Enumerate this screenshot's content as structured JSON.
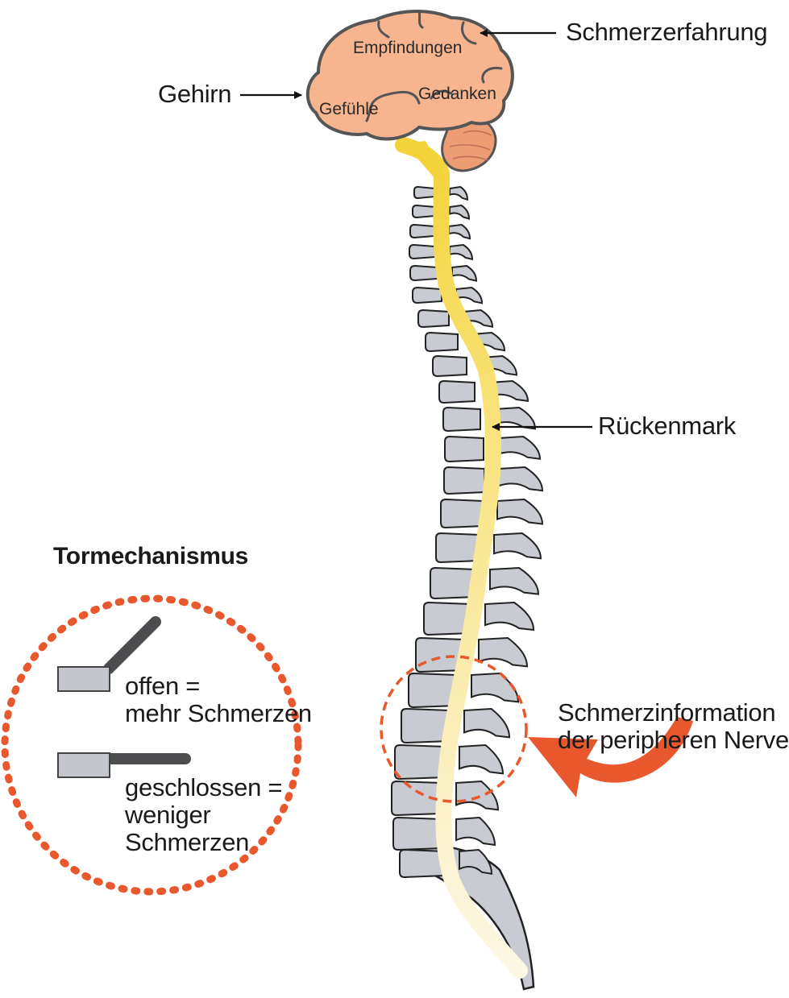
{
  "brain": {
    "regions": {
      "empfindungen": "Empfindungen",
      "gefuehle": "Gefühle",
      "gedanken": "Gedanken"
    }
  },
  "labels": {
    "gehirn": "Gehirn",
    "schmerzerfahrung": "Schmerzerfahrung",
    "rueckenmark": "Rückenmark",
    "schmerzinformation_line1": "Schmerzinformation",
    "schmerzinformation_line2": "der peripheren Nerven"
  },
  "tormechanismus": {
    "title": "Tormechanismus",
    "open_line1": "offen =",
    "open_line2": "mehr Schmerzen",
    "closed_line1": "geschlossen =",
    "closed_line2": "weniger",
    "closed_line3": "Schmerzen"
  },
  "colors": {
    "brain_fill": "#f6b48f",
    "cerebellum_fill": "#ec9d73",
    "outline": "#555555",
    "spinal_cord": "#f7e27a",
    "vertebra": "#c9cbd3",
    "accent_orange": "#e9572c",
    "gate_bar": "#4d4d4f",
    "gate_box": "#c4c6ce"
  }
}
